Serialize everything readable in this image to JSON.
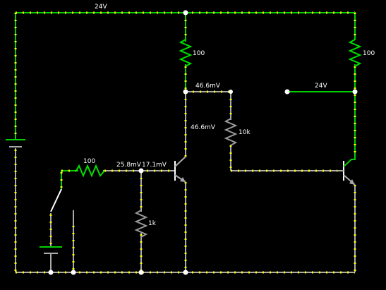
{
  "supply": {
    "top_label": "24V",
    "right_source_label": "24V"
  },
  "resistors": {
    "r_top_collector": "100",
    "r_right_collector": "100",
    "r_base_feed": "10k",
    "r_input": "100",
    "r_shunt": "1k"
  },
  "voltages": {
    "node_collector": "46.6mV",
    "collector_side": "46.6mV",
    "input_node": "25.8mV",
    "base_node": "17.1mV"
  },
  "colors": {
    "background": "#000000",
    "live_wire": "#00d000",
    "ground_wire": "#aaaaaa",
    "current_dots": "#ffff00",
    "node": "#ffffff"
  }
}
